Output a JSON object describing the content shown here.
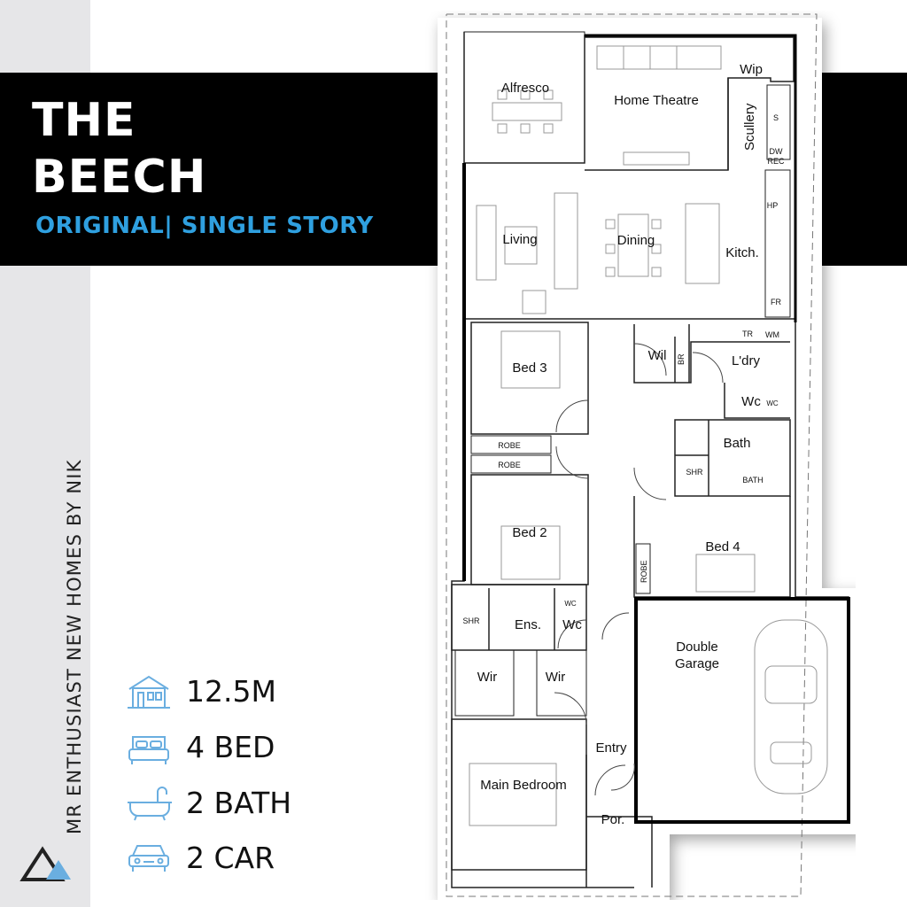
{
  "header": {
    "title_line1": "THE",
    "title_line2": "BEECH",
    "subtitle": "ORIGINAL| SINGLE STORY"
  },
  "brand": {
    "side_text": "MR ENTHUSIAST NEW HOMES BY NIK"
  },
  "stats": [
    {
      "icon": "house-icon",
      "label": "12.5M"
    },
    {
      "icon": "bed-icon",
      "label": "4 BED"
    },
    {
      "icon": "bathtub-icon",
      "label": "2 BATH"
    },
    {
      "icon": "car-icon",
      "label": "2 CAR"
    }
  ],
  "rooms": {
    "alfresco": "Alfresco",
    "home_theatre": "Home Theatre",
    "wip": "Wip",
    "scullery": "Scullery",
    "s": "S",
    "dw": "DW",
    "rec": "REC",
    "hp": "HP",
    "living": "Living",
    "dining": "Dining",
    "kitchen": "Kitch.",
    "fr": "FR",
    "tr": "TR",
    "wm": "WM",
    "bed3": "Bed 3",
    "wil": "Wil",
    "br": "BR",
    "laundry": "L'dry",
    "wc_upper": "Wc",
    "wc_icon": "WC",
    "robe1": "ROBE",
    "robe2": "ROBE",
    "bath": "Bath",
    "shr_bath": "SHR",
    "bath_tub": "BATH",
    "bed2": "Bed 2",
    "bed4": "Bed 4",
    "robe_bed4": "ROBE",
    "shr_ens": "SHR",
    "ens": "Ens.",
    "wc_ens": "Wc",
    "wc_ens_icon": "WC",
    "double_garage_line1": "Double",
    "double_garage_line2": "Garage",
    "wir1": "Wir",
    "wir2": "Wir",
    "entry": "Entry",
    "main_bedroom": "Main Bedroom",
    "porch": "Por."
  },
  "colors": {
    "accent": "#2fa0e0",
    "bar": "#000000",
    "strip": "#e6e6e8",
    "icon": "#6aaee0"
  }
}
